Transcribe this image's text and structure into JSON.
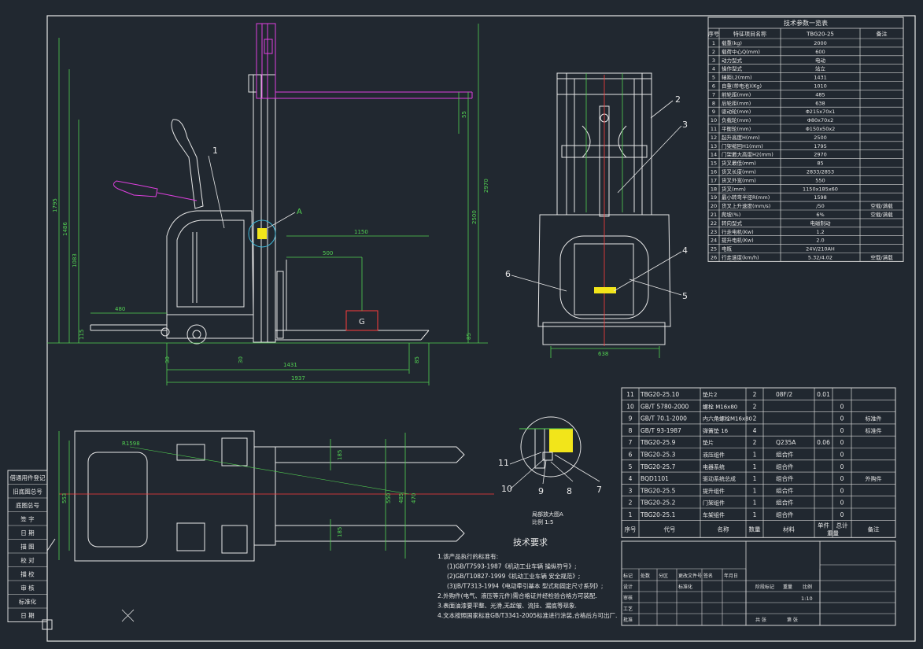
{
  "params_table": {
    "title": "技术参数一览表",
    "headers": [
      "序号",
      "特征项目名称",
      "TBG20-25",
      "备注"
    ],
    "rows": [
      [
        "1",
        "载重(kg)",
        "2000",
        ""
      ],
      [
        "2",
        "载荷中心Q(mm)",
        "600",
        ""
      ],
      [
        "3",
        "动力型式",
        "电动",
        ""
      ],
      [
        "4",
        "操作型式",
        "站立",
        ""
      ],
      [
        "5",
        "轴距L2(mm)",
        "1431",
        ""
      ],
      [
        "6",
        "自重(带电池)(Kg)",
        "1010",
        ""
      ],
      [
        "7",
        "前轮距(mm)",
        "485",
        ""
      ],
      [
        "8",
        "后轮距(mm)",
        "638",
        ""
      ],
      [
        "9",
        "驱动轮(mm)",
        "Φ215x70x1",
        ""
      ],
      [
        "10",
        "负载轮(mm)",
        "Φ80x70x2",
        ""
      ],
      [
        "11",
        "平衡轮(mm)",
        "Φ150x50x2",
        ""
      ],
      [
        "12",
        "起升高度H(mm)",
        "2500",
        ""
      ],
      [
        "13",
        "门架缩回H1(mm)",
        "1795",
        ""
      ],
      [
        "14",
        "门架最大高度H2(mm)",
        "2970",
        ""
      ],
      [
        "15",
        "货叉最低(mm)",
        "85",
        ""
      ],
      [
        "16",
        "货叉长度(mm)",
        "2833/2853",
        ""
      ],
      [
        "17",
        "货叉外宽(mm)",
        "550",
        ""
      ],
      [
        "18",
        "货叉(mm)",
        "1150x185x60",
        ""
      ],
      [
        "19",
        "最小转弯半径R(mm)",
        "1598",
        ""
      ],
      [
        "20",
        "货叉上升速度(mm/s)",
        "/50",
        "空载/满载"
      ],
      [
        "21",
        "爬坡(%)",
        "6%",
        "空载/满载"
      ],
      [
        "22",
        "转向型式",
        "电磁制动",
        ""
      ],
      [
        "23",
        "行走电机(Kw)",
        "1.2",
        ""
      ],
      [
        "24",
        "提升电机(Kw)",
        "2.0",
        ""
      ],
      [
        "25",
        "电瓶",
        "24V/210AH",
        ""
      ],
      [
        "26",
        "行走速度(km/h)",
        "5.32/4.02",
        "空载/满载"
      ]
    ]
  },
  "bom": {
    "headers": [
      "序号",
      "代号",
      "名称",
      "数量",
      "材料",
      "单件",
      "总计",
      "重量",
      "备注"
    ],
    "rows": [
      [
        "11",
        "TBG20-25.10",
        "垫片2",
        "2",
        "08F/2",
        "0.01",
        "",
        ""
      ],
      [
        "10",
        "GB/T 5780-2000",
        "螺栓 M16x80",
        "2",
        "",
        "",
        "0",
        ""
      ],
      [
        "9",
        "GB/T 70.1-2000",
        "内六角螺栓M16x80",
        "2",
        "",
        "",
        "0",
        "标准件"
      ],
      [
        "8",
        "GB/T 93-1987",
        "弹簧垫 16",
        "4",
        "",
        "",
        "0",
        "标准件"
      ],
      [
        "7",
        "TBG20-25.9",
        "垫片",
        "2",
        "Q235A",
        "0.06",
        "0",
        ""
      ],
      [
        "6",
        "TBG20-25.3",
        "液压组件",
        "1",
        "组合件",
        "",
        "0",
        ""
      ],
      [
        "5",
        "TBG20-25.7",
        "电器系统",
        "1",
        "组合件",
        "",
        "0",
        ""
      ],
      [
        "4",
        "BQD1101",
        "驱动系统总成",
        "1",
        "组合件",
        "",
        "0",
        "外购件"
      ],
      [
        "3",
        "TBG20-25.5",
        "提升组件",
        "1",
        "组合件",
        "",
        "0",
        ""
      ],
      [
        "2",
        "TBG20-25.2",
        "门架组件",
        "1",
        "组合件",
        "",
        "0",
        ""
      ],
      [
        "1",
        "TBG20-25.1",
        "车架组件",
        "1",
        "组合件",
        "",
        "0",
        ""
      ]
    ]
  },
  "tech_requirements": {
    "title": "技术要求",
    "lines": [
      "1.该产品执行的标准有:",
      "(1)GB/T7593-1987《机动工业车辆 操纵符号》;",
      "(2)GB/T10827-1999《机动工业车辆 安全规范》;",
      "(3)JB/T7313-1994《电动牵引基本 型式和固定尺寸系列》;",
      "2.外购件(电气、液压等元件)需合格证并经检验合格方可装配.",
      "3.表面油漆要平整、光滑,无起皱、流挂、漏底等现象.",
      "4.文本按照国家标准GB/T3341-2005标准进行涂装,合格后方可出厂."
    ]
  },
  "detail_label": {
    "title": "局部放大图A",
    "scale": "比例 1:5"
  },
  "left_strip": [
    "借通用件登记",
    "旧底图总号",
    "底图总号",
    "签 字",
    "日 期",
    "描 图",
    "校 对",
    "描 校",
    "审 核",
    "标准化",
    "日 期"
  ],
  "title_block": {
    "cells": [
      "标记",
      "处数",
      "分区",
      "更改文件号",
      "签名",
      "年月日",
      "设计",
      "标准化",
      "审核",
      "工艺",
      "批准",
      "阶段标记",
      "重量",
      "比例",
      "共 张",
      "第 张"
    ],
    "scale_value": "1:10"
  },
  "dimensions": {
    "side_view": [
      "1795",
      "1486",
      "1083",
      "2970",
      "2500",
      "55",
      "1150",
      "500",
      "480",
      "115",
      "85",
      "30",
      "1431",
      "1937",
      "85",
      "30"
    ],
    "front_view": [
      "638"
    ],
    "top_view": [
      "R1598",
      "185",
      "550",
      "485",
      "470",
      "553",
      "185"
    ]
  },
  "callouts": [
    "1",
    "A",
    "2",
    "3",
    "4",
    "5",
    "6",
    "7",
    "8",
    "9",
    "10",
    "11"
  ],
  "load_label": "G",
  "colors": {
    "background": "#212830",
    "line_white": "#e8e8e8",
    "dim_green": "#52d152",
    "mast_magenta": "#e040e0",
    "center_red": "#ff3b3b",
    "accent_yellow": "#f2e51a",
    "table_grid": "#d8d8d8"
  }
}
